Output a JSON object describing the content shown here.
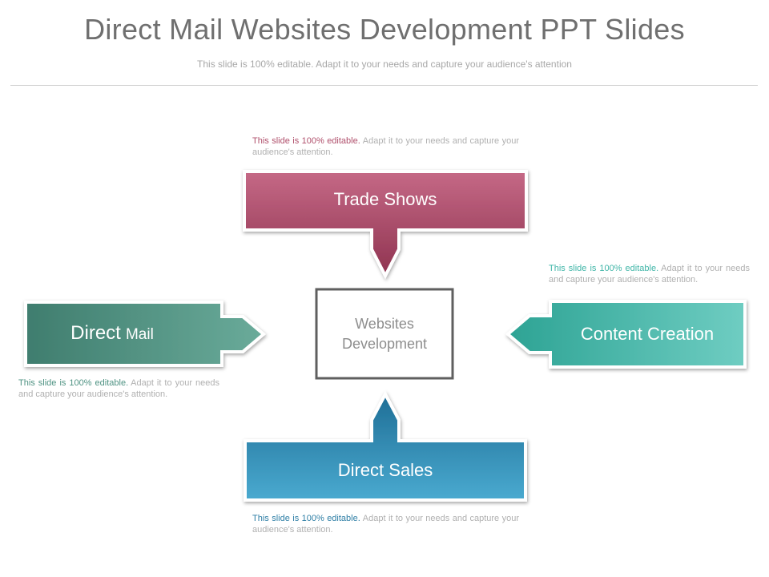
{
  "header": {
    "title": "Direct Mail Websites Development PPT Slides",
    "subtitle": "This slide is 100% editable. Adapt it to your needs and capture your audience's attention"
  },
  "center": {
    "line1": "Websites",
    "line2": "Development"
  },
  "boxes": {
    "trade_shows": {
      "label": "Trade Shows",
      "color": "#b0506c"
    },
    "direct_mail": {
      "label_main": "Direct",
      "label_small": "Mail",
      "color": "#4f9383"
    },
    "content_creation": {
      "label": "Content Creation",
      "color": "#3fb5a7"
    },
    "direct_sales": {
      "label": "Direct Sales",
      "color": "#3a98c0"
    }
  },
  "notes": {
    "top": {
      "lead": "This slide is 100% editable.",
      "rest": "Adapt it to your needs and capture your audience's attention.",
      "color": "#b0506c"
    },
    "right": {
      "lead": "This slide is 100% editable.",
      "rest": "Adapt it to your needs and capture your audience's attention.",
      "color": "#3fb5a7"
    },
    "left": {
      "lead": "This slide is 100% editable.",
      "rest": "Adapt it to your needs and capture your audience's attention.",
      "color": "#4f9383"
    },
    "bottom": {
      "lead": "This slide is 100% editable.",
      "rest": "Adapt it to your needs and capture your audience's attention.",
      "color": "#2f7fa6"
    }
  }
}
